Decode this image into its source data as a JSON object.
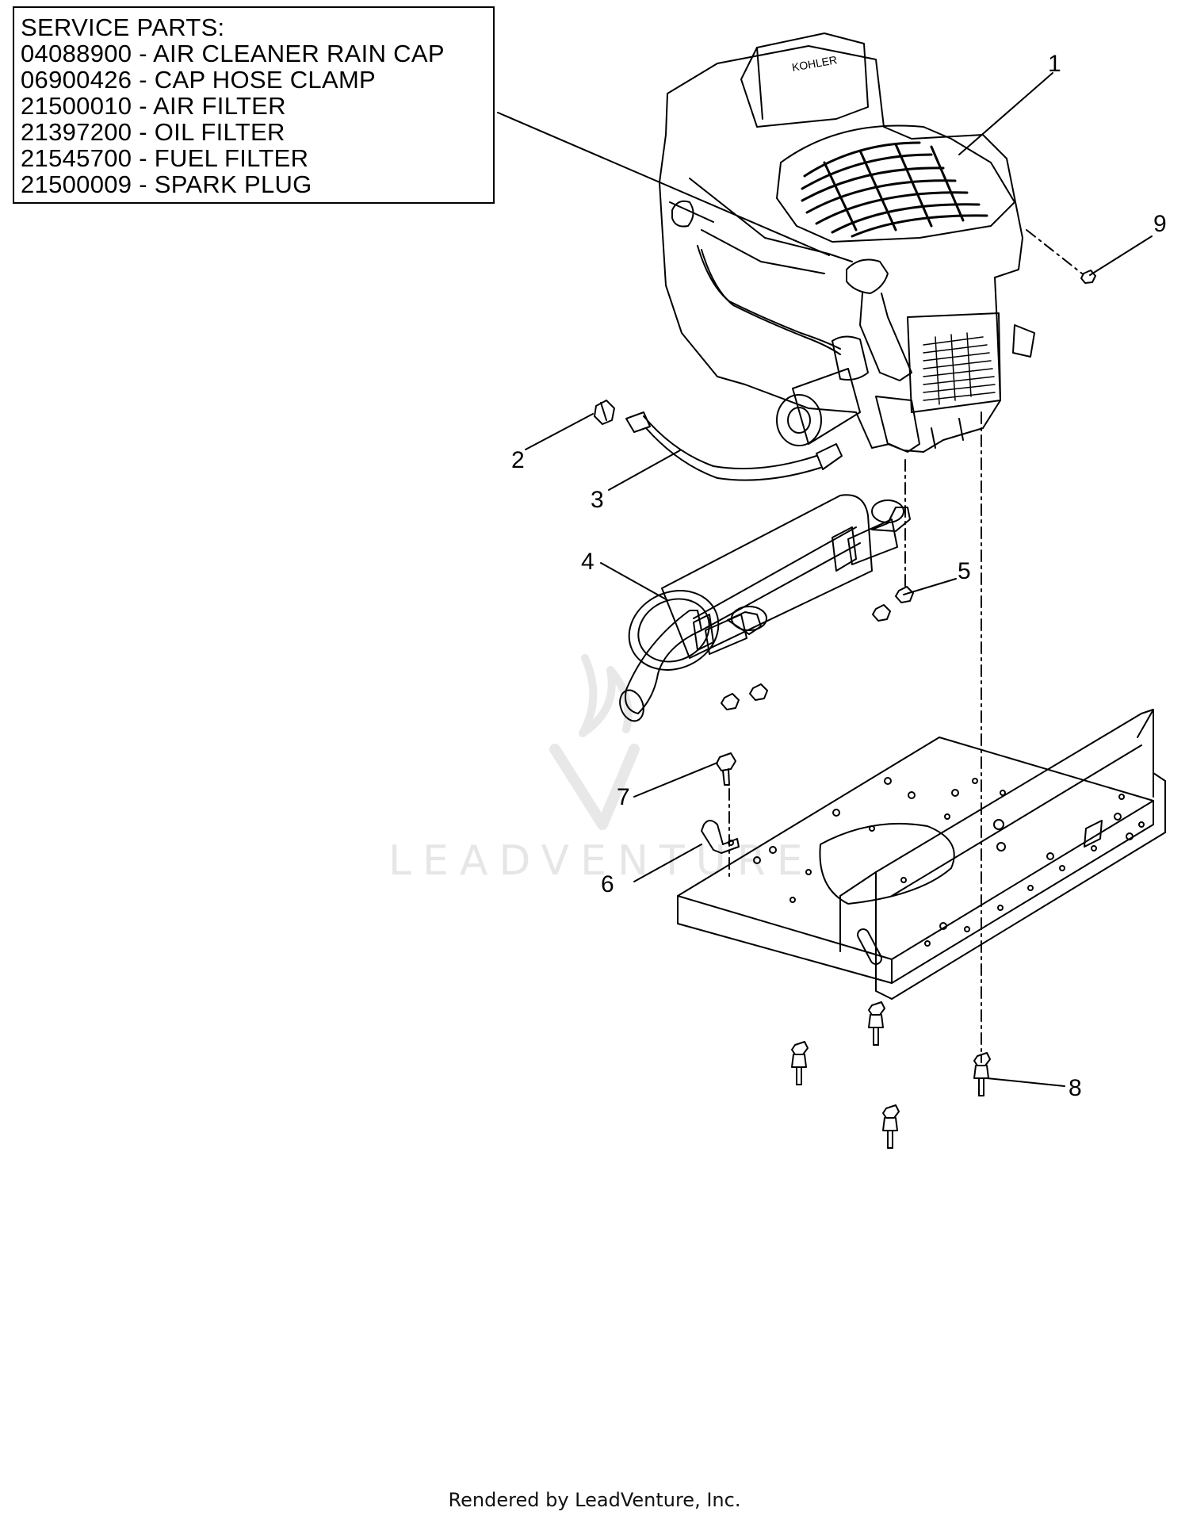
{
  "service_parts": {
    "heading": "SERVICE PARTS:",
    "items": [
      "04088900 - AIR CLEANER RAIN CAP",
      "06900426 - CAP HOSE CLAMP",
      "21500010 - AIR FILTER",
      "21397200 - OIL FILTER",
      "21545700 - FUEL FILTER",
      "21500009 - SPARK PLUG"
    ]
  },
  "callouts": [
    "1",
    "2",
    "3",
    "4",
    "5",
    "6",
    "7",
    "8",
    "9"
  ],
  "engine_brand": "KOHLER",
  "watermark": "LEADVENTURE",
  "footer": "Rendered by LeadVenture, Inc."
}
